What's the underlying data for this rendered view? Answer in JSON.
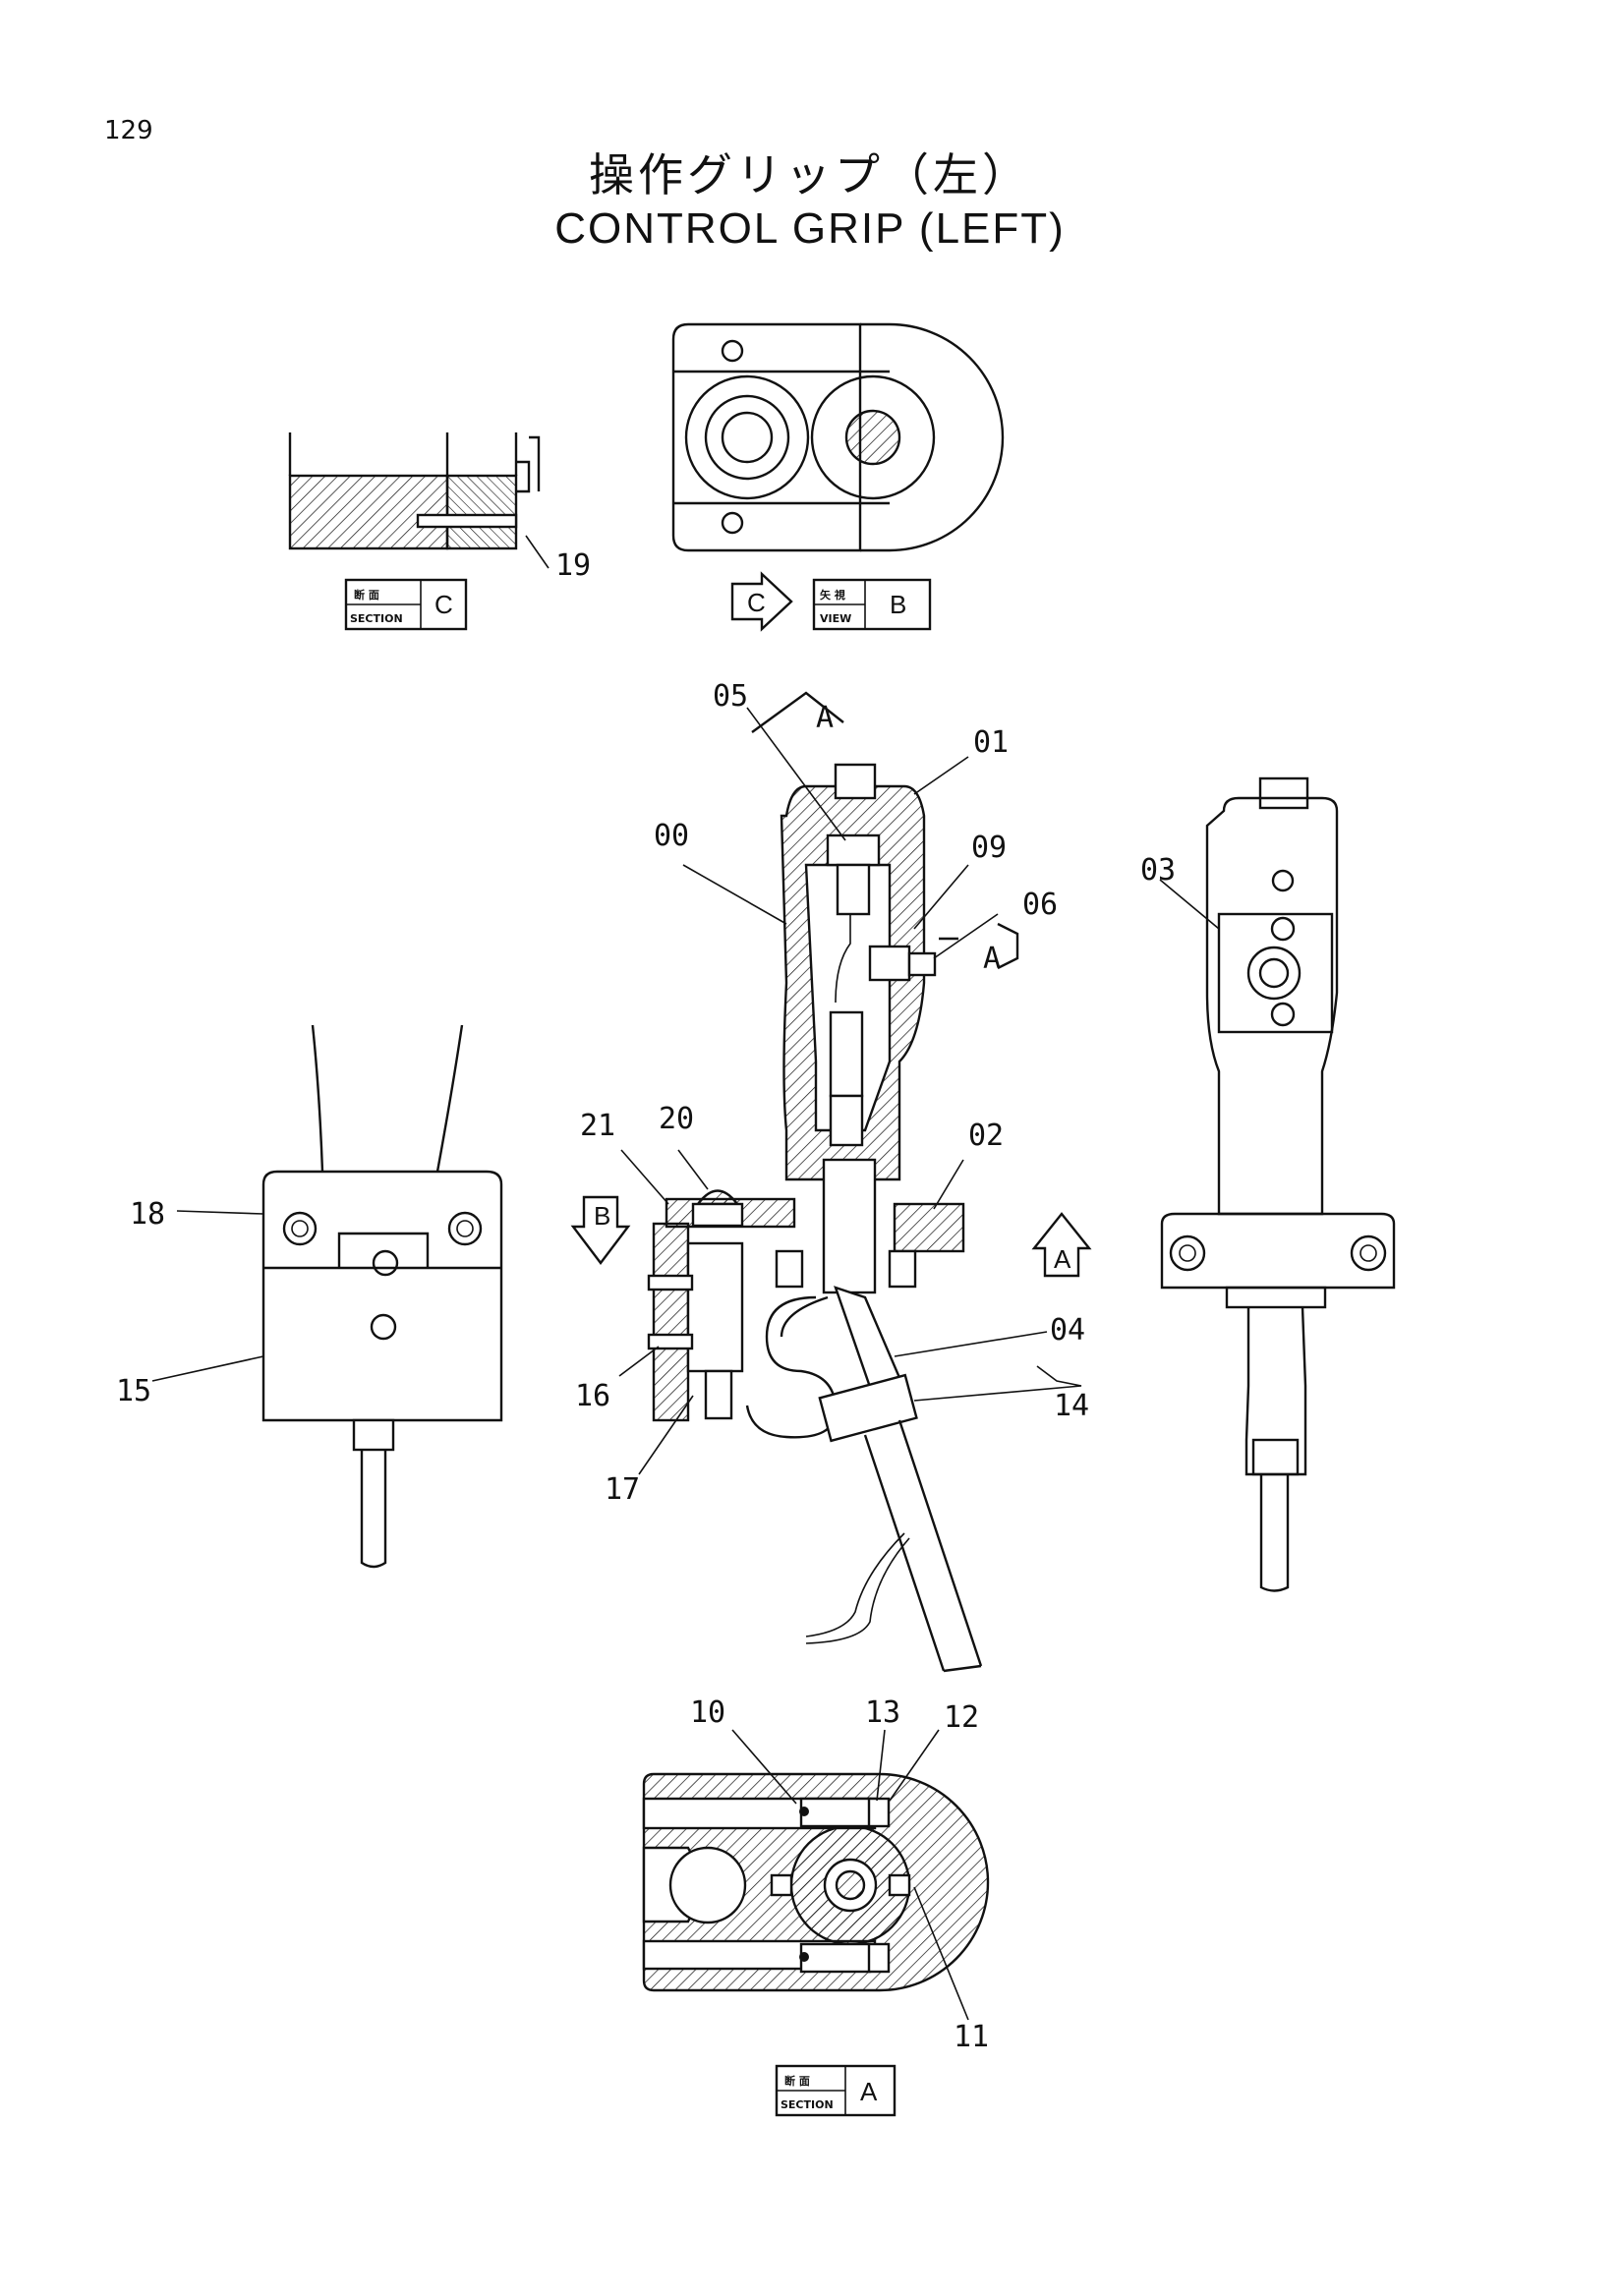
{
  "page_number": "129",
  "title_jp": "操作グリップ（左）",
  "title_en": "CONTROL GRIP (LEFT)",
  "section_c": {
    "top": "断 面",
    "bottom": "SECTION",
    "letter": "C"
  },
  "view_b": {
    "top": "矢 視",
    "bottom": "VIEW",
    "letter": "B"
  },
  "section_a": {
    "top": "断 面",
    "bottom": "SECTION",
    "letter": "A"
  },
  "arrow_c_letter": "C",
  "arrow_b_letter": "B",
  "arrow_a_letter": "A",
  "section_a_marker": "A",
  "callouts": {
    "p00": "00",
    "p01": "01",
    "p02": "02",
    "p03": "03",
    "p04": "04",
    "p05": "05",
    "p06": "06",
    "p09": "09",
    "p10": "10",
    "p11": "11",
    "p12": "12",
    "p13": "13",
    "p14": "14",
    "p15": "15",
    "p16": "16",
    "p17": "17",
    "p18": "18",
    "p19": "19",
    "p20": "20",
    "p21": "21"
  }
}
